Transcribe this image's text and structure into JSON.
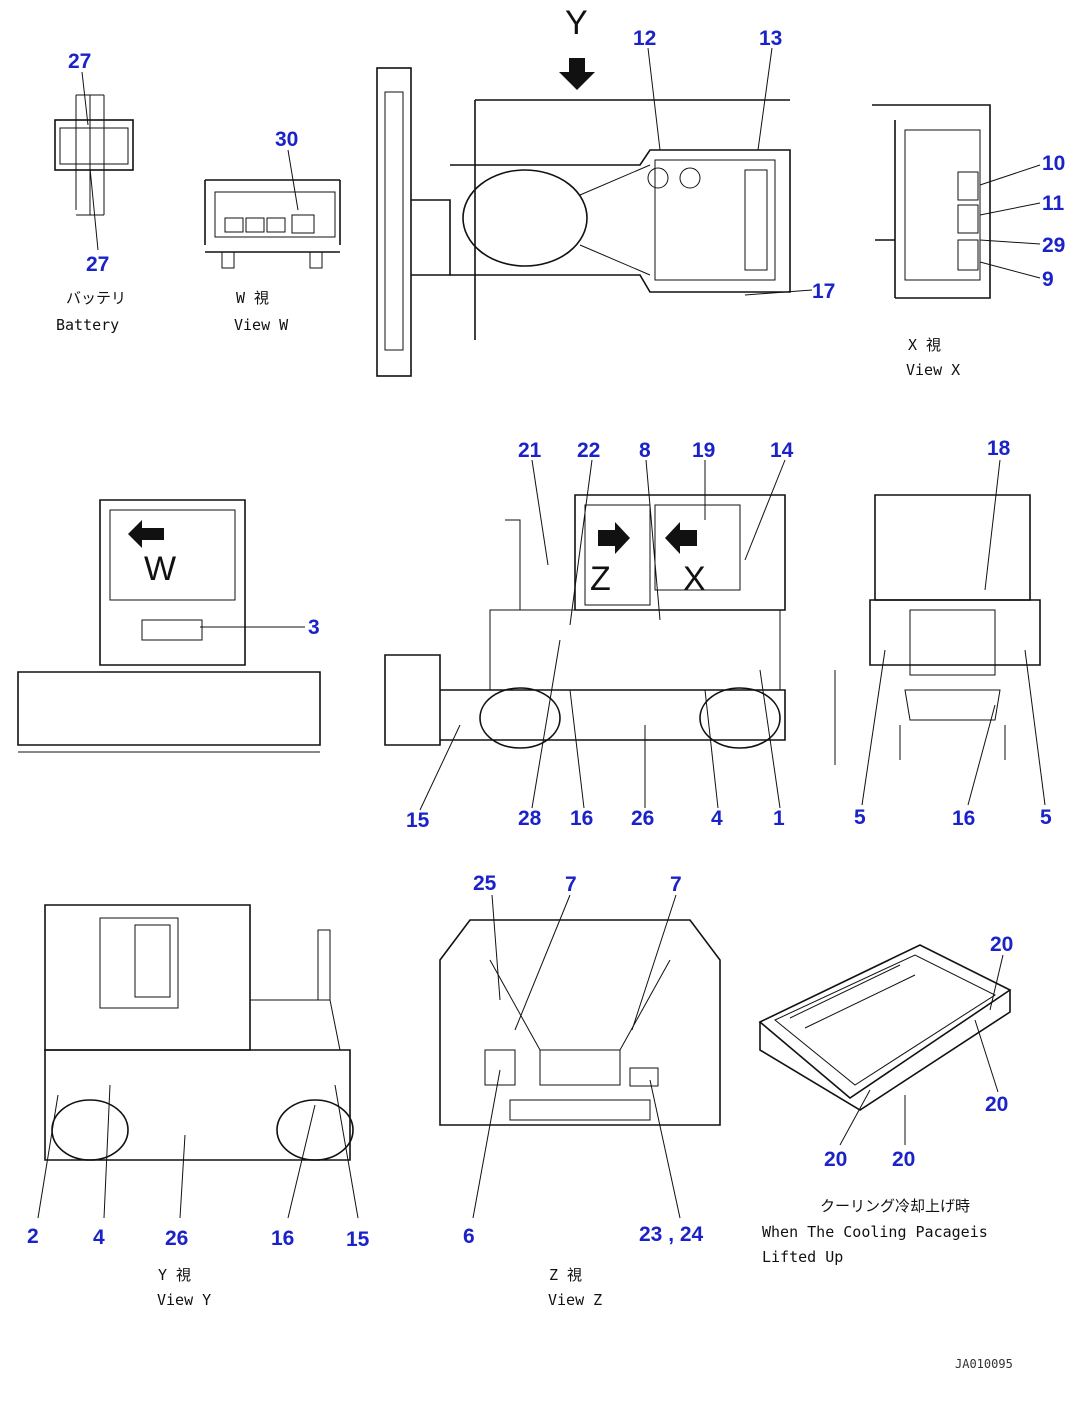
{
  "document_ref": "JA010095",
  "views": {
    "battery": {
      "caption_jp": "バッテリ",
      "caption_en": "Battery",
      "callouts": [
        "27",
        "27"
      ]
    },
    "view_w": {
      "caption_jp": "W 視",
      "caption_en": "View W",
      "callouts": [
        "30"
      ]
    },
    "top": {
      "view_letter": "Y",
      "callouts": [
        "12",
        "13",
        "17"
      ]
    },
    "view_x": {
      "caption_jp": "X 視",
      "caption_en": "View X",
      "callouts": [
        "10",
        "11",
        "29",
        "9"
      ]
    },
    "front": {
      "view_letter": "W",
      "callouts": [
        "3"
      ]
    },
    "side": {
      "view_letter_z": "Z",
      "view_letter_x": "X",
      "callouts": [
        "21",
        "22",
        "8",
        "19",
        "14",
        "15",
        "28",
        "16",
        "26",
        "4",
        "1"
      ]
    },
    "rear": {
      "callouts": [
        "18",
        "5",
        "16",
        "5"
      ]
    },
    "view_y": {
      "caption_jp": "Y 視",
      "caption_en": "View Y",
      "callouts": [
        "2",
        "4",
        "26",
        "16",
        "15"
      ]
    },
    "view_z": {
      "caption_jp": "Z 視",
      "caption_en": "View Z",
      "callouts": [
        "25",
        "7",
        "7",
        "6",
        "23 , 24"
      ]
    },
    "cooling": {
      "caption_jp": "クーリング冷却上げ時",
      "caption_en_1": "When The Cooling Pacageis",
      "caption_en_2": "Lifted Up",
      "callouts": [
        "20",
        "20",
        "20",
        "20"
      ]
    }
  }
}
